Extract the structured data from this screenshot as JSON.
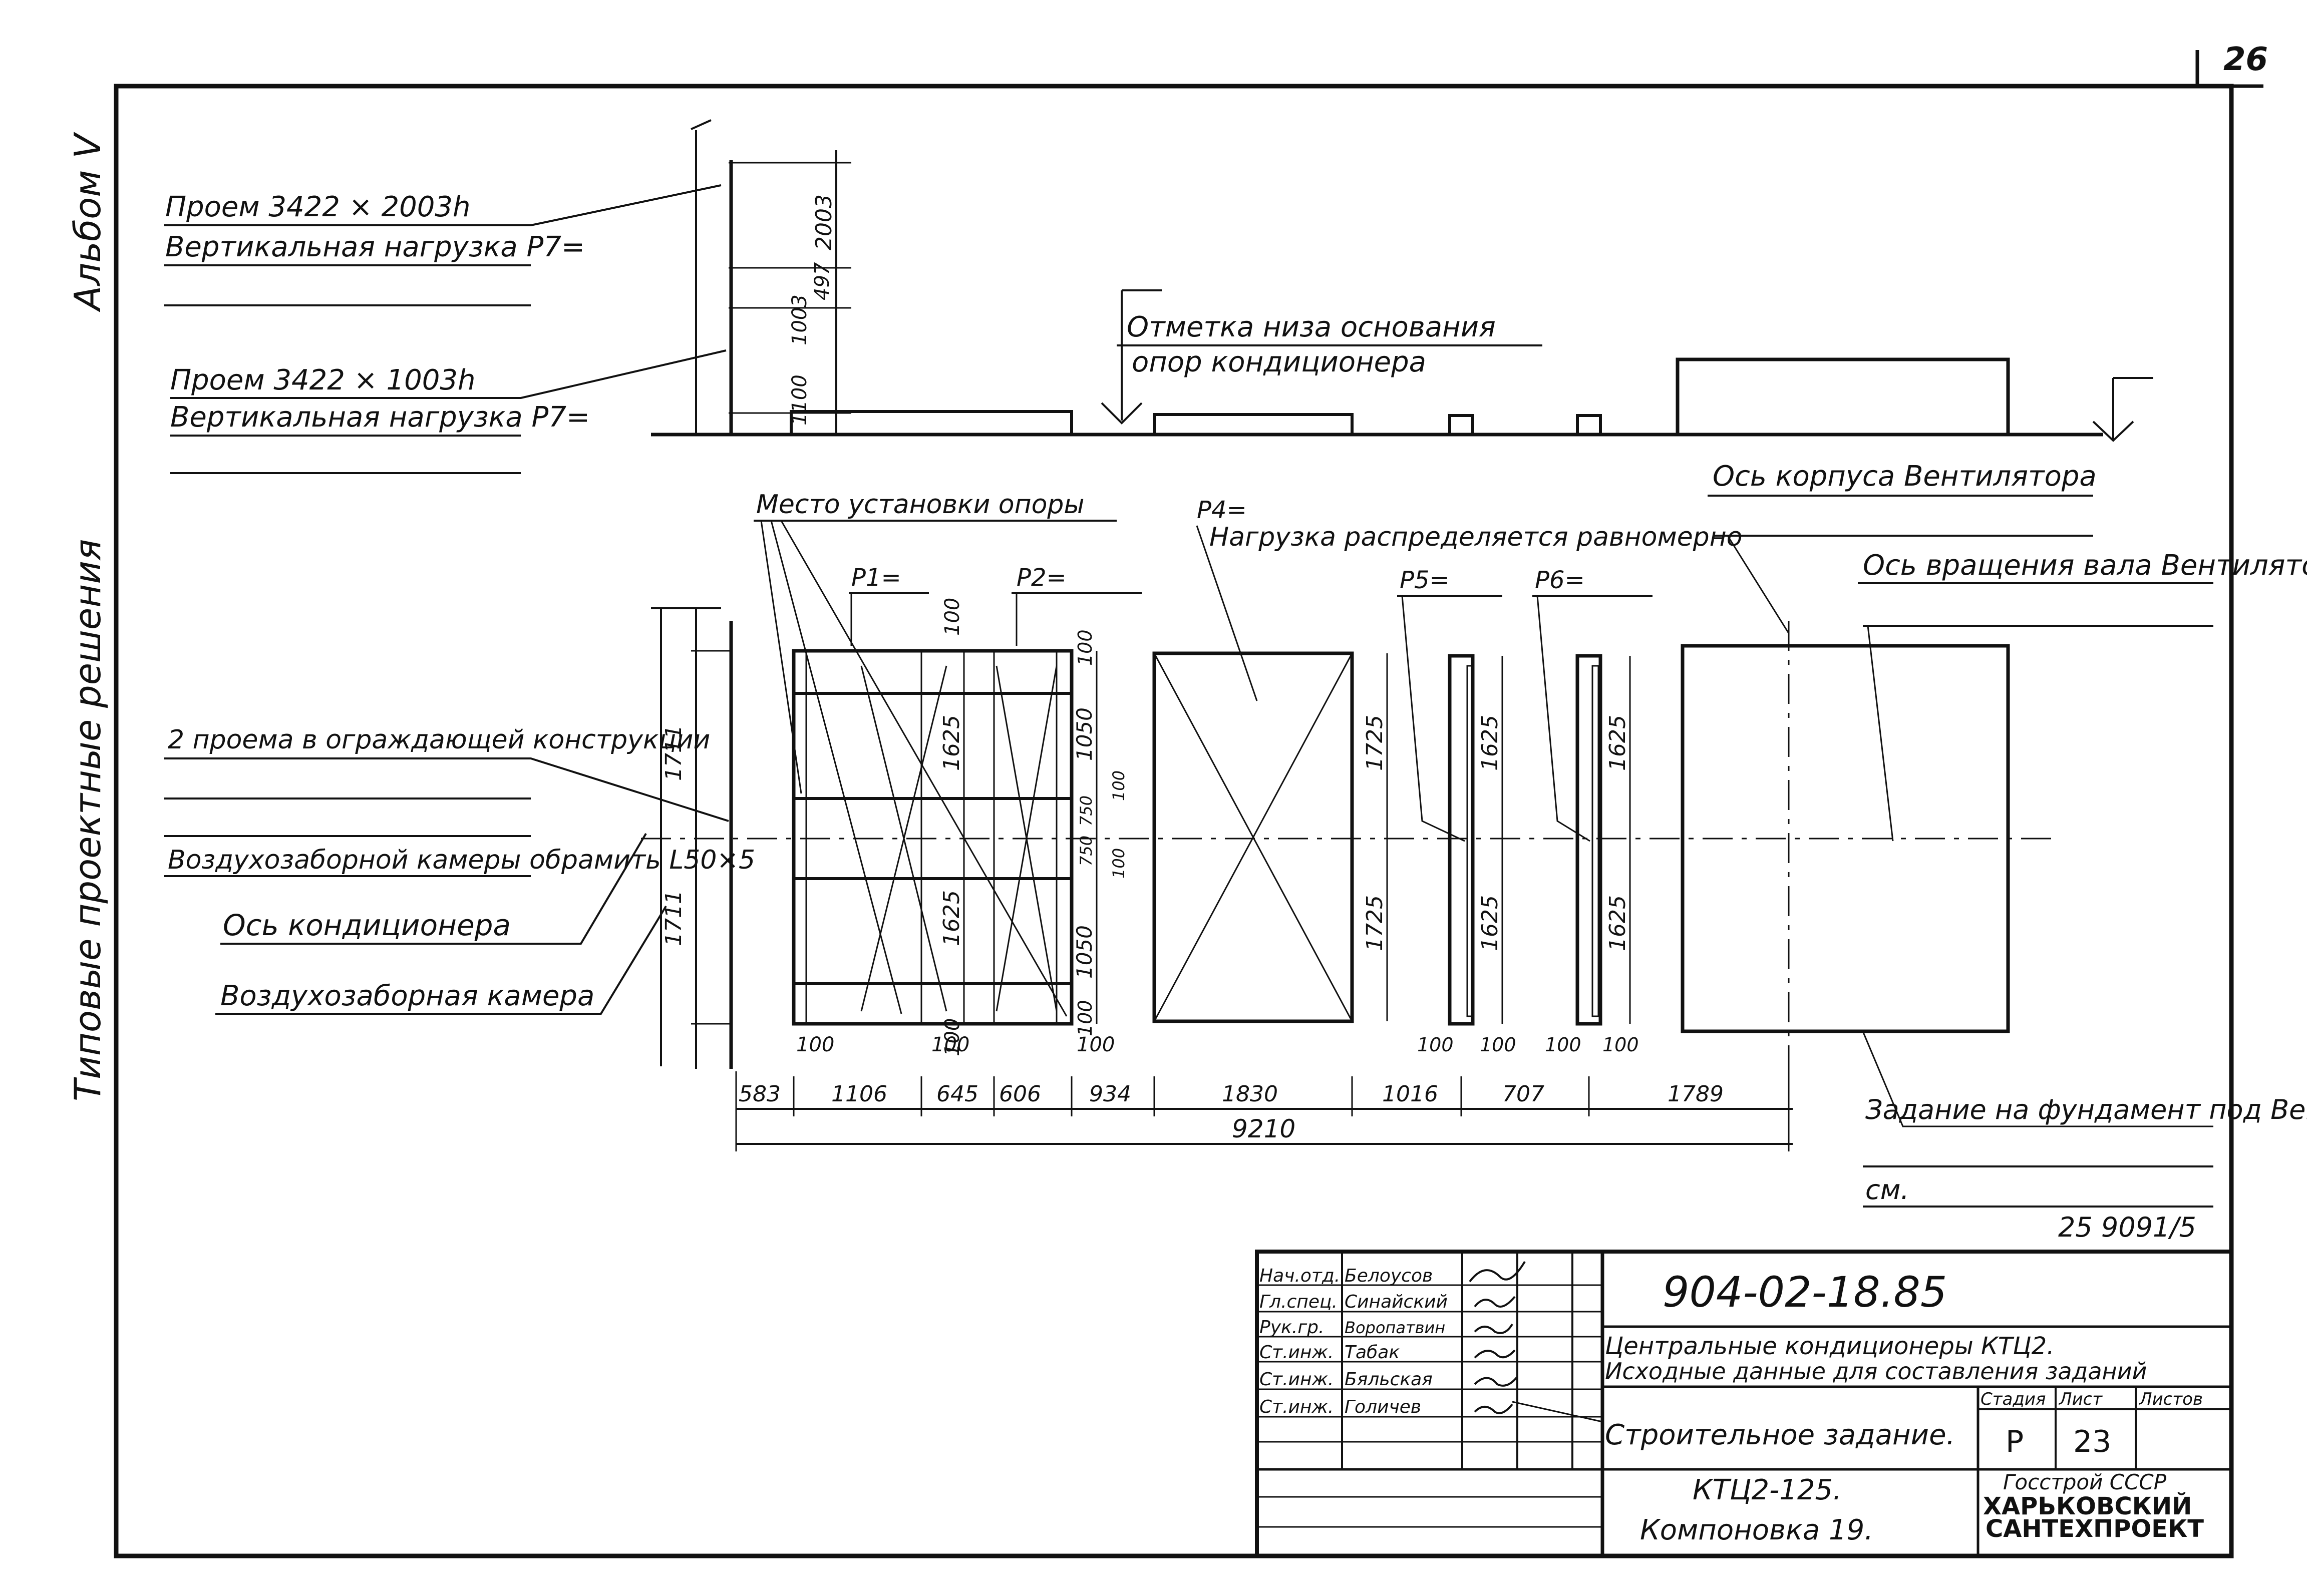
{
  "sheet": {
    "corner_number": "26",
    "album": "Альбом V",
    "series": "Типовые проектные решения"
  },
  "elevation": {
    "opening1": [
      "Проем 3422 × 2003h",
      "Вертикальная нагрузка P7="
    ],
    "opening2": [
      "Проем 3422 × 1003h",
      "Вертикальная нагрузка P7="
    ],
    "wall_dims": [
      "1100",
      "1003",
      "497",
      "2003"
    ],
    "base_mark": [
      "Отметка низа основания",
      "опор кондиционера"
    ]
  },
  "plan": {
    "support_place": "Место установки опоры",
    "p4": "P4=",
    "load_note": [
      "Нагрузка распределяется равномерно"
    ],
    "fan_axis_body": "Ось корпуса Вентилятора",
    "fan_shaft_axis": "Ось вращения вала Вентилятора",
    "openings_note": [
      "2 проема в ограждающей конструкции",
      "Воздухозаборной камеры обрамить L50×5"
    ],
    "conditioner_axis": "Ось кондиционера",
    "intake_chamber": "Воздухозаборная камера",
    "foundation_task": [
      "Задание на фундамент под Вентилятор",
      "см."
    ],
    "foundation_ref": "25 9091/5",
    "loads": [
      "P1=",
      "P2=",
      "P5=",
      "P6="
    ],
    "left_dims": [
      "1711",
      "1711"
    ],
    "sect1_dims": [
      "100",
      "1625",
      "1625",
      "100",
      "100",
      "100"
    ],
    "sect2_dims": [
      "100",
      "1050",
      "750",
      "100",
      "750",
      "100",
      "1050",
      "100",
      "100"
    ],
    "sect3_dims": [
      "1725",
      "1725"
    ],
    "sect4_dims": [
      "1625",
      "1625",
      "100",
      "100"
    ],
    "sect5_dims": [
      "1625",
      "1625",
      "100",
      "100"
    ],
    "bottom_chain": [
      "583",
      "1106",
      "645",
      "606",
      "934",
      "1830",
      "1016",
      "707",
      "1789"
    ],
    "total": "9210"
  },
  "title_block": {
    "doc_number": "904-02-18.85",
    "project": [
      "Центральные кондиционеры КТЦ2.",
      "Исходные данные для составления заданий"
    ],
    "task": "Строительное задание.",
    "stage_label": "Стадия",
    "sheet_label": "Лист",
    "sheets_label": "Листов",
    "stage": "Р",
    "sheet": "23",
    "layout": [
      "КТЦ2-125.",
      "Компоновка 19."
    ],
    "org": [
      "Госстрой СССР",
      "ХАРЬКОВСКИЙ",
      "САНТЕХПРОЕКТ"
    ],
    "staff": [
      {
        "role": "Нач.отд.",
        "name": "Белоусов"
      },
      {
        "role": "Гл.спец.",
        "name": "Синайский"
      },
      {
        "role": "Рук.гр.",
        "name": "Воропатвин"
      },
      {
        "role": "Ст.инж.",
        "name": "Табак"
      },
      {
        "role": "Ст.инж.",
        "name": "Бяльская"
      },
      {
        "role": "Ст.инж.",
        "name": "Голичев"
      }
    ]
  }
}
